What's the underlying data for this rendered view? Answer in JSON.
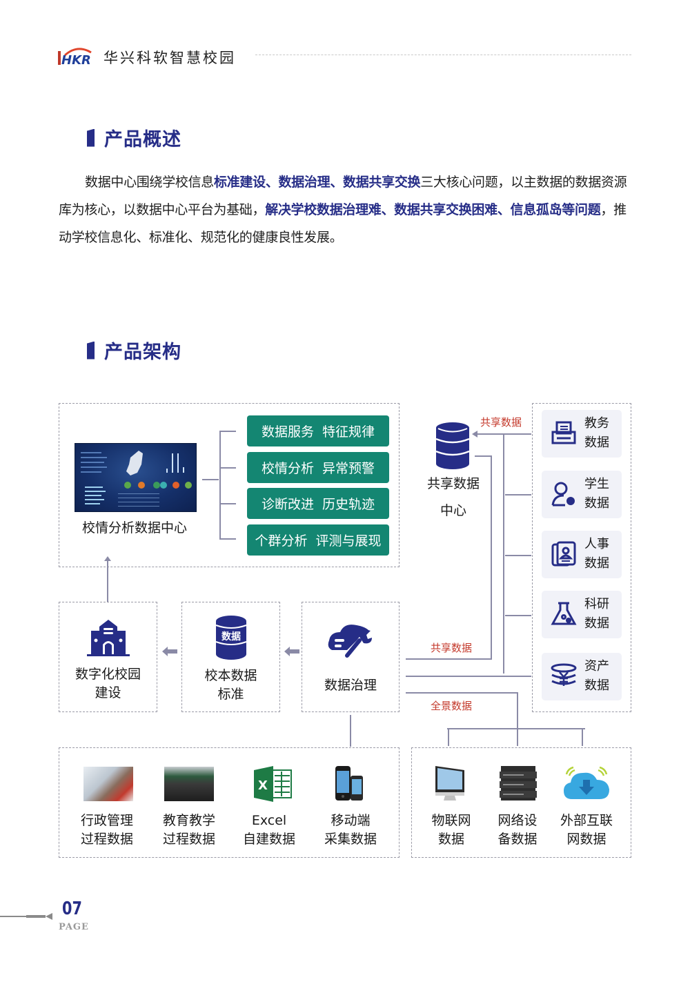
{
  "header": {
    "logo_text": "HKR",
    "brand": "华兴科软智慧校园"
  },
  "overview": {
    "title": "产品概述",
    "paragraph": [
      {
        "text": "数据中心围绕学校信息",
        "highlight": false
      },
      {
        "text": "标准建设、数据治理、数据共享交换",
        "highlight": true
      },
      {
        "text": "三大核心问题，以主数据的数据资源库为核心，以数据中心平台为基础，",
        "highlight": false
      },
      {
        "text": "解决学校数据治理难、数据共享交换困难、信息孤岛等问题",
        "highlight": true
      },
      {
        "text": "，推动学校信息化、标准化、规范化的健康良性发展。",
        "highlight": false
      }
    ]
  },
  "architecture": {
    "title": "产品架构",
    "analysis_center": {
      "label": "校情分析数据中心",
      "features": [
        "数据服务  特征规律",
        "校情分析  异常预警",
        "诊断改进  历史轨迹",
        "个群分析  评测与展现"
      ]
    },
    "shared_center": {
      "label_line1": "共享数据",
      "label_line2": "中心",
      "arrow_label": "共享数据"
    },
    "source_cards": [
      {
        "line1": "教务",
        "line2": "数据",
        "icon": "printer-icon"
      },
      {
        "line1": "学生",
        "line2": "数据",
        "icon": "student-icon"
      },
      {
        "line1": "人事",
        "line2": "数据",
        "icon": "personnel-file-icon"
      },
      {
        "line1": "科研",
        "line2": "数据",
        "icon": "flask-icon"
      },
      {
        "line1": "资产",
        "line2": "数据",
        "icon": "yuan-coins-icon"
      }
    ],
    "middle_row": [
      {
        "line1": "数字化校园",
        "line2": "建设",
        "icon": "campus-building-icon"
      },
      {
        "line1": "校本数据",
        "line2": "标准",
        "icon": "database-icon",
        "icon_text": "数据"
      },
      {
        "line1": "数据治理",
        "line2": "",
        "icon": "cloud-wrench-icon"
      }
    ],
    "flow_labels": {
      "shared": "共享数据",
      "panorama": "全景数据"
    },
    "bottom_left": [
      {
        "line1": "行政管理",
        "line2": "过程数据",
        "icon": "admin-photo"
      },
      {
        "line1": "教育教学",
        "line2": "过程数据",
        "icon": "classroom-photo"
      },
      {
        "line1": "Excel",
        "line2": "自建数据",
        "icon": "excel-icon",
        "icon_text": "X"
      },
      {
        "line1": "移动端",
        "line2": "采集数据",
        "icon": "smartphone-icon"
      }
    ],
    "bottom_right": [
      {
        "line1": "物联网",
        "line2": "数据",
        "icon": "monitor-icon"
      },
      {
        "line1": "网络设",
        "line2": "备数据",
        "icon": "server-rack-icon"
      },
      {
        "line1": "外部互联",
        "line2": "网数据",
        "icon": "cloud-download-icon"
      }
    ]
  },
  "footer": {
    "page_number": "07",
    "page_label": "PAGE"
  },
  "colors": {
    "brand_navy": "#262d87",
    "teal": "#148672",
    "red_label": "#c43a2c",
    "line": "#8a8aa6",
    "card_bg": "#f1f2f8"
  }
}
